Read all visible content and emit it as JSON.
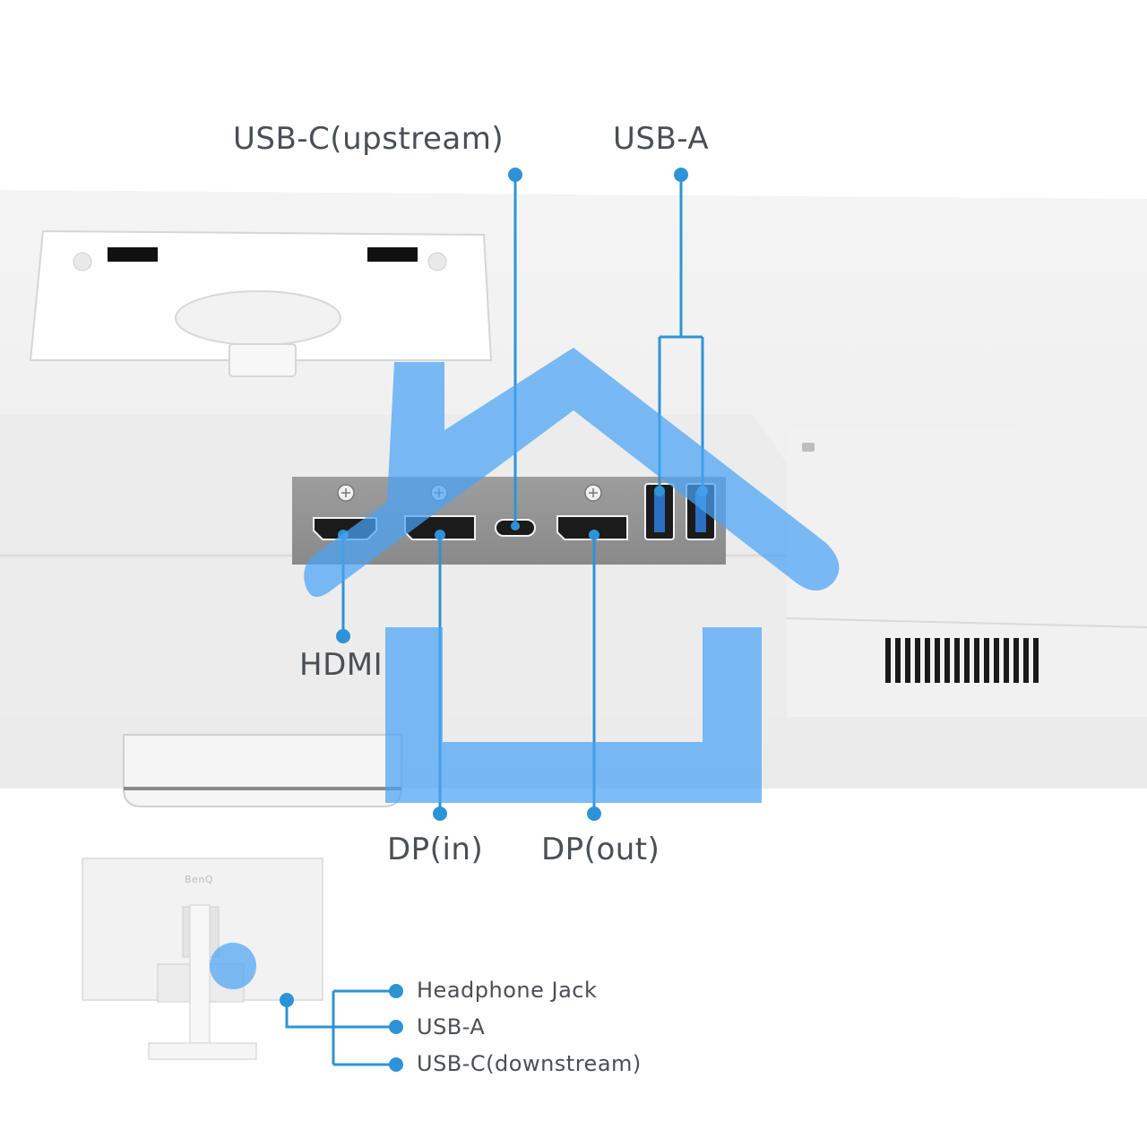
{
  "callouts": {
    "usbc_upstream": "USB-C(upstream)",
    "usba_top": "USB-A",
    "hdmi": "HDMI",
    "dp_in": "DP(in)",
    "dp_out": "DP(out)"
  },
  "side_ports": {
    "items": [
      "Headphone Jack",
      "USB-A",
      "USB-C(downstream)"
    ]
  },
  "brand": "BenQ",
  "colors": {
    "callout_blue": "#2e93d6",
    "overlay_blue": "#4aa3f5",
    "text_gray": "#4a4f55"
  },
  "overlay_icon": "home-icon"
}
